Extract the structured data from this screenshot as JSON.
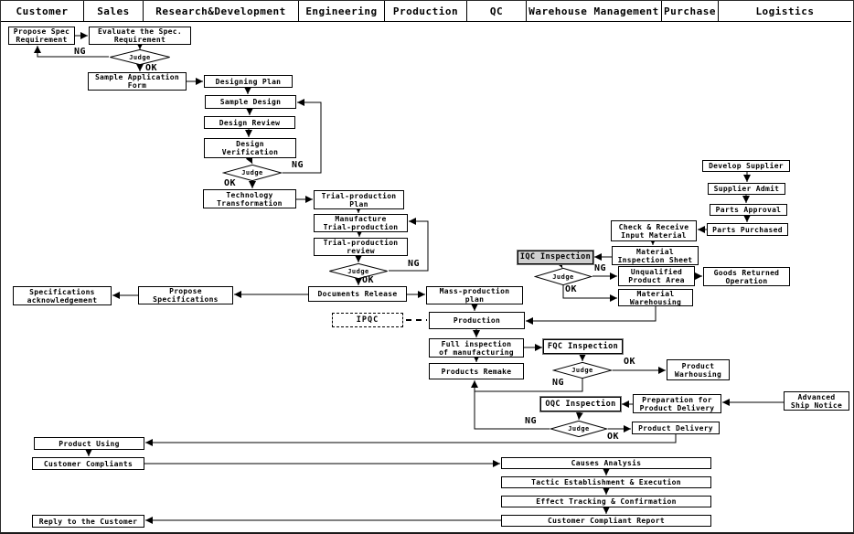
{
  "header": {
    "columns": [
      "Customer",
      "Sales",
      "Research&Development",
      "Engineering",
      "Production",
      "QC",
      "Warehouse Management",
      "Purchase",
      "Logistics"
    ]
  },
  "labels": {
    "judge": "Judge",
    "ng": "NG",
    "ok": "OK"
  },
  "nodes": {
    "propose_spec_requirement": "Propose Spec\nRequirement",
    "evaluate_spec_requirement": "Evaluate the Spec.\nRequirement",
    "sample_application_form": "Sample Application\nForm",
    "designing_plan": "Designing Plan",
    "sample_design": "Sample Design",
    "design_review": "Design Review",
    "design_verification": "Design\nVerification",
    "technology_transformation": "Technology\nTransformation",
    "trial_production_plan": "Trial-production\nPlan",
    "manufacture_trial_production": "Manufacture\nTrial-production",
    "trial_production_review": "Trial-production\nreview",
    "documents_release": "Documents Release",
    "propose_specifications": "Propose\nSpecifications",
    "specifications_acknowledgement": "Specifications\nacknowledgement",
    "mass_production_plan": "Mass-production\nplan",
    "ipqc": "IPQC",
    "production": "Production",
    "full_inspection_of_manufacturing": "Full inspection\nof manufacturing",
    "fqc_inspection": "FQC Inspection",
    "products_remake": "Products Remake",
    "product_warhousing": "Product\nWarhousing",
    "develop_supplier": "Develop Supplier",
    "supplier_admit": "Supplier Admit",
    "parts_approval": "Parts Approval",
    "parts_purchased": "Parts Purchased",
    "check_receive_input_material": "Check & Receive\nInput Material",
    "material_inspection_sheet": "Material\nInspection Sheet",
    "iqc_inspection": "IQC Inspection",
    "unqualified_product_area": "Unqualified\nProduct Area",
    "goods_returned_operation": "Goods Returned\nOperation",
    "material_warehousing": "Material\nWarehousing",
    "oqc_inspection": "OQC Inspection",
    "preparation_for_product_delivery": "Preparation for\nProduct Delivery",
    "advanced_ship_notice": "Advanced\nShip Notice",
    "product_delivery": "Product Delivery",
    "product_using": "Product Using",
    "customer_compliants": "Customer Compliants",
    "causes_analysis": "Causes Analysis",
    "tactic_establishment_execution": "Tactic Establishment & Execution",
    "effect_tracking_confirmation": "Effect Tracking & Confirmation",
    "customer_compliant_report": "Customer Compliant Report",
    "reply_to_the_customer": "Reply to the Customer"
  },
  "colors": {
    "line": "#000000",
    "iqc_background": "#cfcfcf"
  }
}
